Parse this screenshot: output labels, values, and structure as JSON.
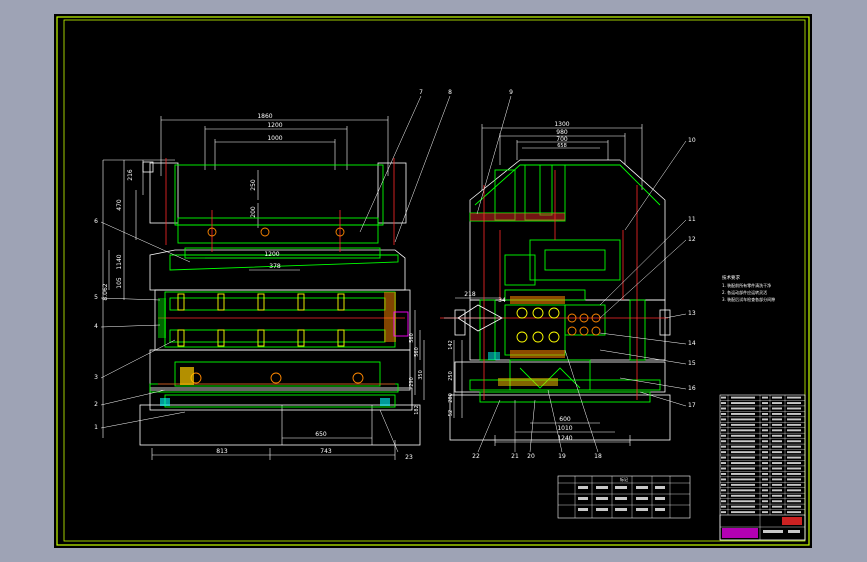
{
  "colors": {
    "canvas": "#000000",
    "frame": "#c8ff00",
    "outline": "#ffffff",
    "part": "#00ff00",
    "centerline": "#ff2a2a",
    "hatch": "#ff2a2a",
    "bolt": "#ff8800",
    "table_line": "#ffffff",
    "title_accent": "#ff00ff"
  },
  "front_view": {
    "dims_top": [
      "1860",
      "1200",
      "1000",
      "250",
      "200"
    ],
    "dim_mid_1200": "1200",
    "dim_mid_378": "378",
    "dims_left": [
      "216",
      "470",
      "1140",
      "105",
      "8.062"
    ],
    "dims_right": [
      "560",
      "560",
      "290",
      "350",
      "182"
    ],
    "dims_bottom": [
      "650",
      "813",
      "743"
    ],
    "callouts_left": [
      "6",
      "5",
      "4",
      "3",
      "2",
      "1"
    ],
    "callouts_top": [
      "7",
      "8"
    ],
    "callout_bottom": "23"
  },
  "side_view": {
    "dims_top": [
      "1300",
      "980",
      "700",
      "658"
    ],
    "dim_left": "218",
    "dim_34": "34",
    "dims_left_vertical": [
      "142",
      "250",
      "280",
      "52"
    ],
    "dims_bottom": [
      "600",
      "1010",
      "1240"
    ],
    "callouts_top": [
      "9",
      "10"
    ],
    "callouts_right": [
      "11",
      "12",
      "13",
      "14",
      "15",
      "16",
      "17"
    ],
    "callouts_bottom": [
      "22",
      "21",
      "20",
      "19",
      "18"
    ]
  },
  "notes": {
    "title": "技术要求",
    "lines": [
      "1. 装配前所有零件清洗干净",
      "2. 各运动部件应运转灵活",
      "3. 装配后试车检查各部分间隙"
    ]
  },
  "parts_table": {
    "rows": 22
  },
  "revision_table": {
    "title": "标记"
  }
}
